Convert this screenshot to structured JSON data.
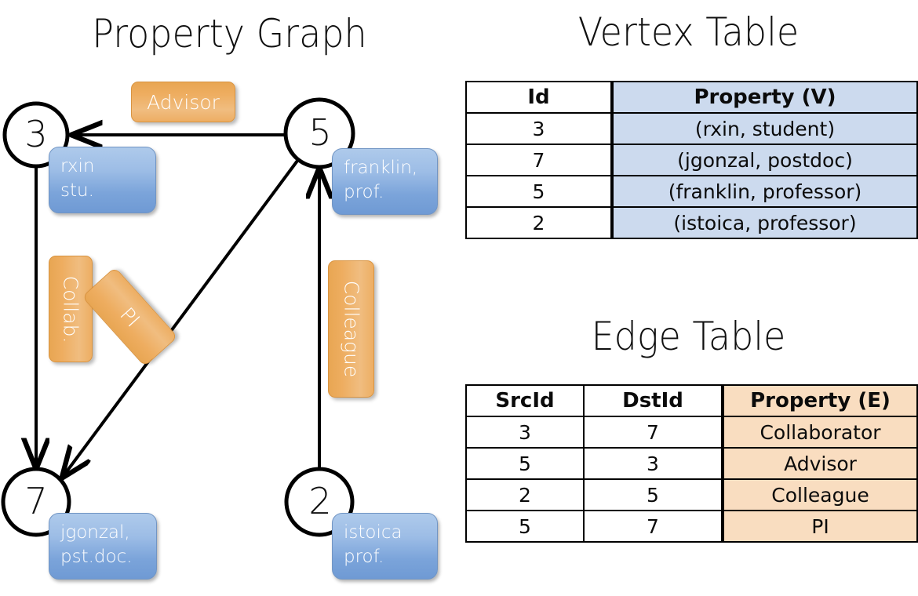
{
  "titles": {
    "graph": "Property Graph",
    "vertex_table": "Vertex Table",
    "edge_table": "Edge Table"
  },
  "graph": {
    "nodes": [
      {
        "id": "3",
        "label": "rxin\nstu."
      },
      {
        "id": "5",
        "label": "franklin,\nprof."
      },
      {
        "id": "7",
        "label": "jgonzal,\npst.doc."
      },
      {
        "id": "2",
        "label": "istoica\nprof."
      }
    ],
    "edge_labels": {
      "advisor": "Advisor",
      "collab": "Collab.",
      "pi": "PI",
      "colleague": "Colleague"
    },
    "edges": [
      {
        "from": "5",
        "to": "3",
        "label": "Advisor"
      },
      {
        "from": "3",
        "to": "7",
        "label": "Collab."
      },
      {
        "from": "5",
        "to": "7",
        "label": "PI"
      },
      {
        "from": "2",
        "to": "5",
        "label": "Colleague"
      }
    ]
  },
  "vertex_table": {
    "columns": [
      "Id",
      "Property (V)"
    ],
    "rows": [
      {
        "id": "3",
        "property": "(rxin, student)"
      },
      {
        "id": "7",
        "property": "(jgonzal, postdoc)"
      },
      {
        "id": "5",
        "property": "(franklin, professor)"
      },
      {
        "id": "2",
        "property": "(istoica, professor)"
      }
    ]
  },
  "edge_table": {
    "columns": [
      "SrcId",
      "DstId",
      "Property (E)"
    ],
    "rows": [
      {
        "src": "3",
        "dst": "7",
        "property": "Collaborator"
      },
      {
        "src": "5",
        "dst": "3",
        "property": "Advisor"
      },
      {
        "src": "2",
        "dst": "5",
        "property": "Colleague"
      },
      {
        "src": "5",
        "dst": "7",
        "property": "PI"
      }
    ]
  },
  "colors": {
    "vertex_fill": "#ccdaee",
    "edge_fill": "#f9ddc0",
    "node_box_blue": "#7ba4da",
    "edge_box_orange": "#eead60",
    "stroke": "#000000"
  }
}
